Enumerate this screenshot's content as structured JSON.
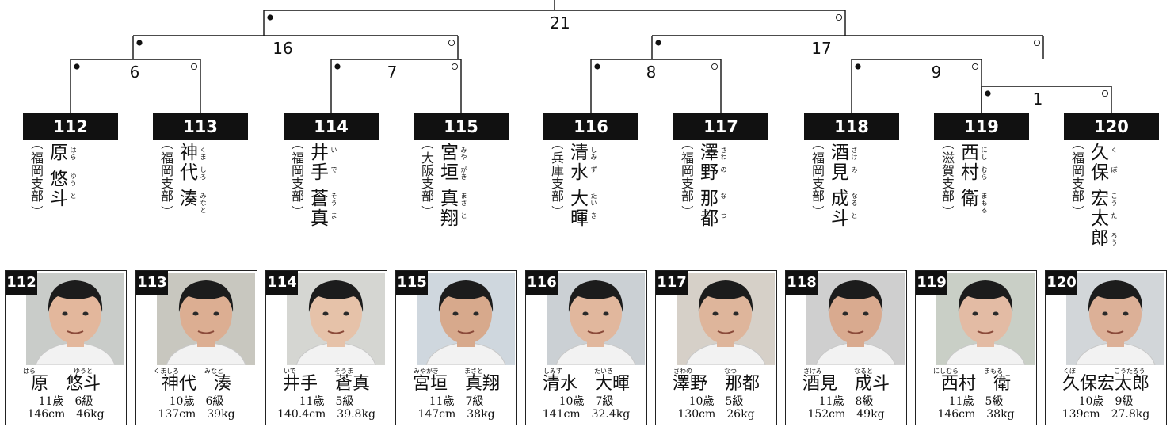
{
  "bracket": {
    "match_numbers": [
      "21",
      "16",
      "17",
      "6",
      "7",
      "8",
      "9",
      "1"
    ]
  },
  "players": [
    {
      "id": "112",
      "affiliation": "(福岡支部)",
      "surname": [
        {
          "k": "原",
          "r": "はら"
        }
      ],
      "given": [
        {
          "k": "悠",
          "r": "ゆう"
        },
        {
          "k": "斗",
          "r": "と"
        }
      ],
      "card_name": "原　悠斗",
      "card_reading_surname": "はら",
      "card_reading_given": "ゆうと",
      "age": "11歳",
      "grade": "6級",
      "height": "146cm",
      "weight": "46kg"
    },
    {
      "id": "113",
      "affiliation": "(福岡支部)",
      "surname": [
        {
          "k": "神",
          "r": "くま"
        },
        {
          "k": "代",
          "r": "しろ"
        }
      ],
      "given": [
        {
          "k": "湊",
          "r": "みなと"
        }
      ],
      "card_name": "神代　湊",
      "card_reading_surname": "くましろ",
      "card_reading_given": "みなと",
      "age": "10歳",
      "grade": "6級",
      "height": "137cm",
      "weight": "39kg"
    },
    {
      "id": "114",
      "affiliation": "(福岡支部)",
      "surname": [
        {
          "k": "井",
          "r": "い"
        },
        {
          "k": "手",
          "r": "で"
        }
      ],
      "given": [
        {
          "k": "蒼",
          "r": "そう"
        },
        {
          "k": "真",
          "r": "ま"
        }
      ],
      "card_name": "井手　蒼真",
      "card_reading_surname": "いで",
      "card_reading_given": "そうま",
      "age": "11歳",
      "grade": "5級",
      "height": "140.4cm",
      "weight": "39.8kg"
    },
    {
      "id": "115",
      "affiliation": "(大阪支部)",
      "surname": [
        {
          "k": "宮",
          "r": "みや"
        },
        {
          "k": "垣",
          "r": "がき"
        }
      ],
      "given": [
        {
          "k": "真",
          "r": "まさ"
        },
        {
          "k": "翔",
          "r": "と"
        }
      ],
      "card_name": "宮垣　真翔",
      "card_reading_surname": "みやがき",
      "card_reading_given": "まさと",
      "age": "11歳",
      "grade": "7級",
      "height": "147cm",
      "weight": "38kg"
    },
    {
      "id": "116",
      "affiliation": "(兵庫支部)",
      "surname": [
        {
          "k": "清",
          "r": "しみ"
        },
        {
          "k": "水",
          "r": "ず"
        }
      ],
      "given": [
        {
          "k": "大",
          "r": "たい"
        },
        {
          "k": "暉",
          "r": "き"
        }
      ],
      "card_name": "清水　大暉",
      "card_reading_surname": "しみず",
      "card_reading_given": "たいき",
      "age": "10歳",
      "grade": "7級",
      "height": "141cm",
      "weight": "32.4kg"
    },
    {
      "id": "117",
      "affiliation": "(福岡支部)",
      "surname": [
        {
          "k": "澤",
          "r": "さわ"
        },
        {
          "k": "野",
          "r": "の"
        }
      ],
      "given": [
        {
          "k": "那",
          "r": "な"
        },
        {
          "k": "都",
          "r": "つ"
        }
      ],
      "card_name": "澤野　那都",
      "card_reading_surname": "さわの",
      "card_reading_given": "なつ",
      "age": "10歳",
      "grade": "5級",
      "height": "130cm",
      "weight": "26kg"
    },
    {
      "id": "118",
      "affiliation": "(福岡支部)",
      "surname": [
        {
          "k": "酒",
          "r": "さけ"
        },
        {
          "k": "見",
          "r": "み"
        }
      ],
      "given": [
        {
          "k": "成",
          "r": "なる"
        },
        {
          "k": "斗",
          "r": "と"
        }
      ],
      "card_name": "酒見　成斗",
      "card_reading_surname": "さけみ",
      "card_reading_given": "なると",
      "age": "11歳",
      "grade": "8級",
      "height": "152cm",
      "weight": "49kg"
    },
    {
      "id": "119",
      "affiliation": "(滋賀支部)",
      "surname": [
        {
          "k": "西",
          "r": "にし"
        },
        {
          "k": "村",
          "r": "むら"
        }
      ],
      "given": [
        {
          "k": "衛",
          "r": "まもる"
        }
      ],
      "card_name": "西村　衛",
      "card_reading_surname": "にしむら",
      "card_reading_given": "まもる",
      "age": "11歳",
      "grade": "5級",
      "height": "146cm",
      "weight": "38kg"
    },
    {
      "id": "120",
      "affiliation": "(福岡支部)",
      "surname": [
        {
          "k": "久",
          "r": "く"
        },
        {
          "k": "保",
          "r": "ぼ"
        }
      ],
      "given": [
        {
          "k": "宏",
          "r": "こう"
        },
        {
          "k": "太",
          "r": "た"
        },
        {
          "k": "郎",
          "r": "ろう"
        }
      ],
      "card_name": "久保宏太郎",
      "card_reading_surname": "くぼ",
      "card_reading_given": "こうたろう",
      "age": "10歳",
      "grade": "9級",
      "height": "139cm",
      "weight": "27.8kg"
    }
  ]
}
